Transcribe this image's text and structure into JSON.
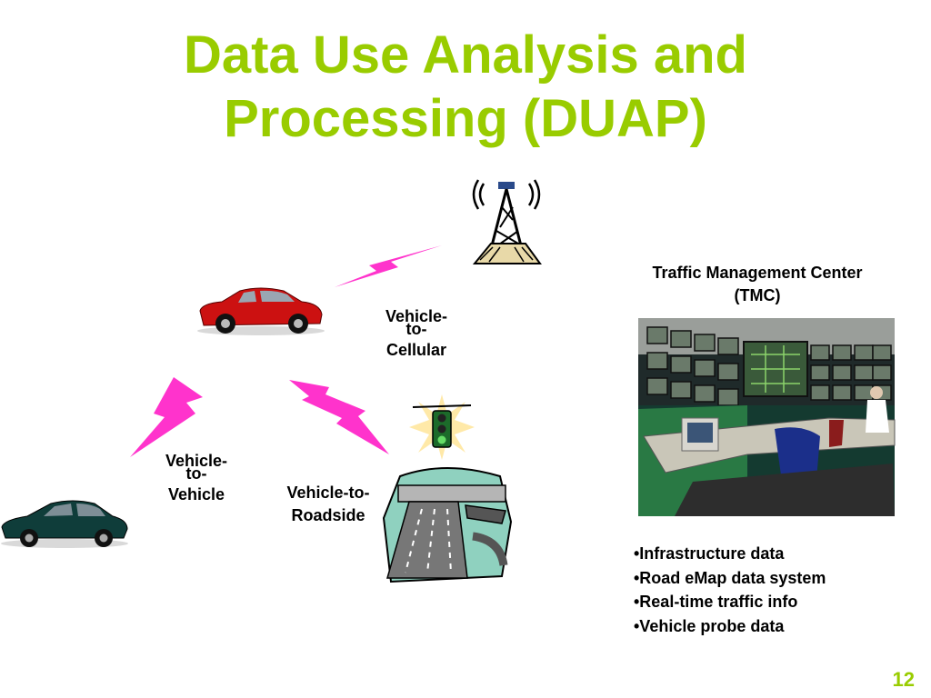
{
  "slide": {
    "title_line1": "Data Use Analysis and",
    "title_line2": "Processing (DUAP)",
    "page_number": "12"
  },
  "labels": {
    "v2c": [
      "Vehicle-",
      "to-",
      "Cellular"
    ],
    "v2v": [
      "Vehicle-",
      "to-",
      "Vehicle"
    ],
    "v2r": [
      "Vehicle-to-",
      "Roadside"
    ]
  },
  "tmc": {
    "title_line1": "Traffic Management Center",
    "title_line2": "(TMC)",
    "bullets": [
      "•Infrastructure data",
      "•Road eMap data system",
      "•Real-time traffic info",
      "•Vehicle probe data"
    ]
  },
  "colors": {
    "title": "#99cc00",
    "lightning": "#ff33cc",
    "red_car": "#cc1111",
    "green_car": "#0f3d3a"
  },
  "icons": [
    "cell-tower-icon",
    "red-car-icon",
    "green-car-icon",
    "traffic-light-icon",
    "highway-icon",
    "lightning-bolt-icon"
  ]
}
